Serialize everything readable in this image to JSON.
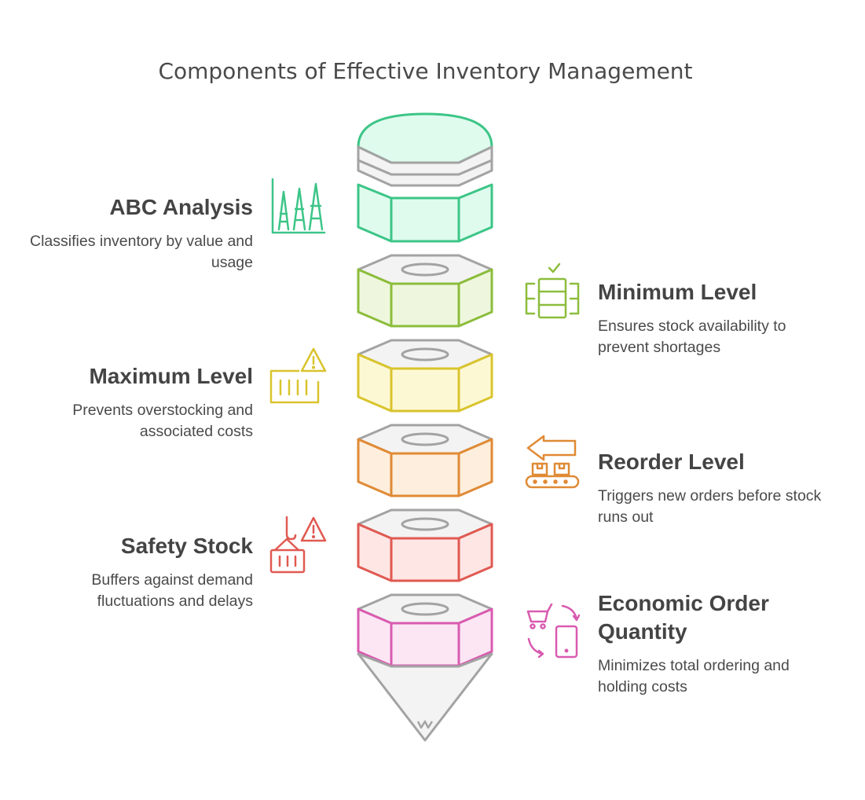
{
  "title": "Components of Effective Inventory Management",
  "components": [
    {
      "name": "ABC Analysis",
      "description": "Classifies inventory by value and usage",
      "side": "left",
      "color": "#3cc587",
      "fill": "#dffbee",
      "icon": "chart-icon"
    },
    {
      "name": "Minimum Level",
      "description": "Ensures stock availability to prevent shortages",
      "side": "right",
      "color": "#8cbd3c",
      "fill": "#eef7dd",
      "icon": "stacked-boxes-icon"
    },
    {
      "name": "Maximum Level",
      "description": "Prevents overstocking and associated costs",
      "side": "left",
      "color": "#d9c42d",
      "fill": "#fdf8d4",
      "icon": "container-warning-icon"
    },
    {
      "name": "Reorder Level",
      "description": "Triggers new orders before stock runs out",
      "side": "right",
      "color": "#e08a35",
      "fill": "#fdeedd",
      "icon": "conveyor-arrow-icon"
    },
    {
      "name": "Safety Stock",
      "description": "Buffers against demand fluctuations and delays",
      "side": "left",
      "color": "#e05a52",
      "fill": "#fde6e4",
      "icon": "crane-warning-icon"
    },
    {
      "name": "Economic Order Quantity",
      "description": "Minimizes total ordering and holding costs",
      "side": "right",
      "color": "#d95bb0",
      "fill": "#fce6f4",
      "icon": "cart-phone-icon"
    }
  ],
  "colors": {
    "grey_stroke": "#a3a3a3",
    "grey_fill": "#f3f3f3",
    "text": "#444444"
  }
}
